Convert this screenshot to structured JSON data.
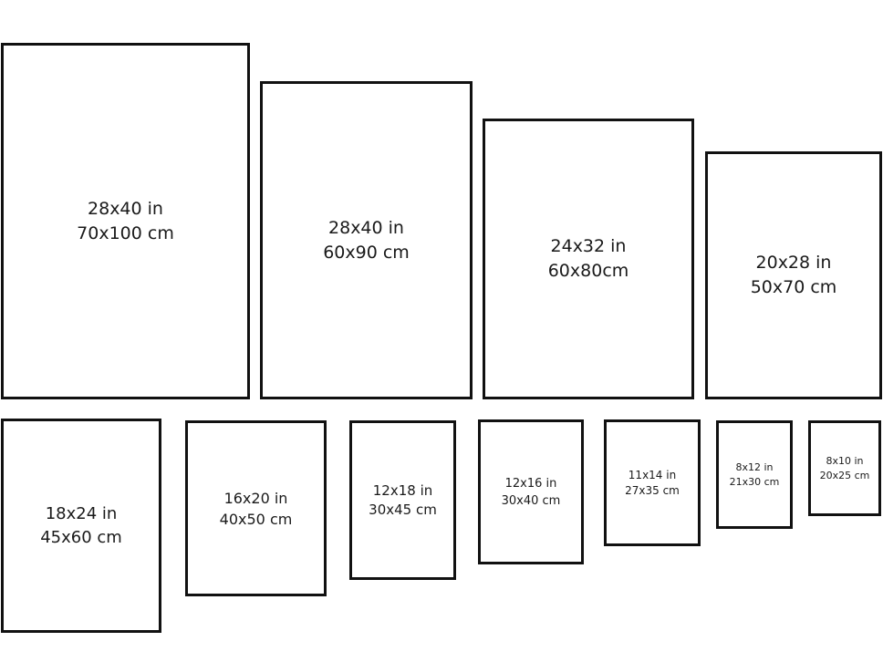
{
  "frames": [
    {
      "inches": "28x40 in",
      "cm": "70x100 cm"
    },
    {
      "inches": "28x40 in",
      "cm": "60x90 cm"
    },
    {
      "inches": "24x32 in",
      "cm": "60x80cm"
    },
    {
      "inches": "20x28 in",
      "cm": "50x70 cm"
    },
    {
      "inches": "18x24 in",
      "cm": "45x60 cm"
    },
    {
      "inches": "16x20 in",
      "cm": "40x50 cm"
    },
    {
      "inches": "12x18 in",
      "cm": "30x45 cm"
    },
    {
      "inches": "12x16 in",
      "cm": "30x40 cm"
    },
    {
      "inches": "11x14 in",
      "cm": "27x35 cm"
    },
    {
      "inches": "8x12 in",
      "cm": "21x30 cm"
    },
    {
      "inches": "8x10 in",
      "cm": "20x25 cm"
    }
  ],
  "colors": {
    "border": "#111111",
    "background": "#ffffff",
    "text": "#1a1a1a"
  }
}
